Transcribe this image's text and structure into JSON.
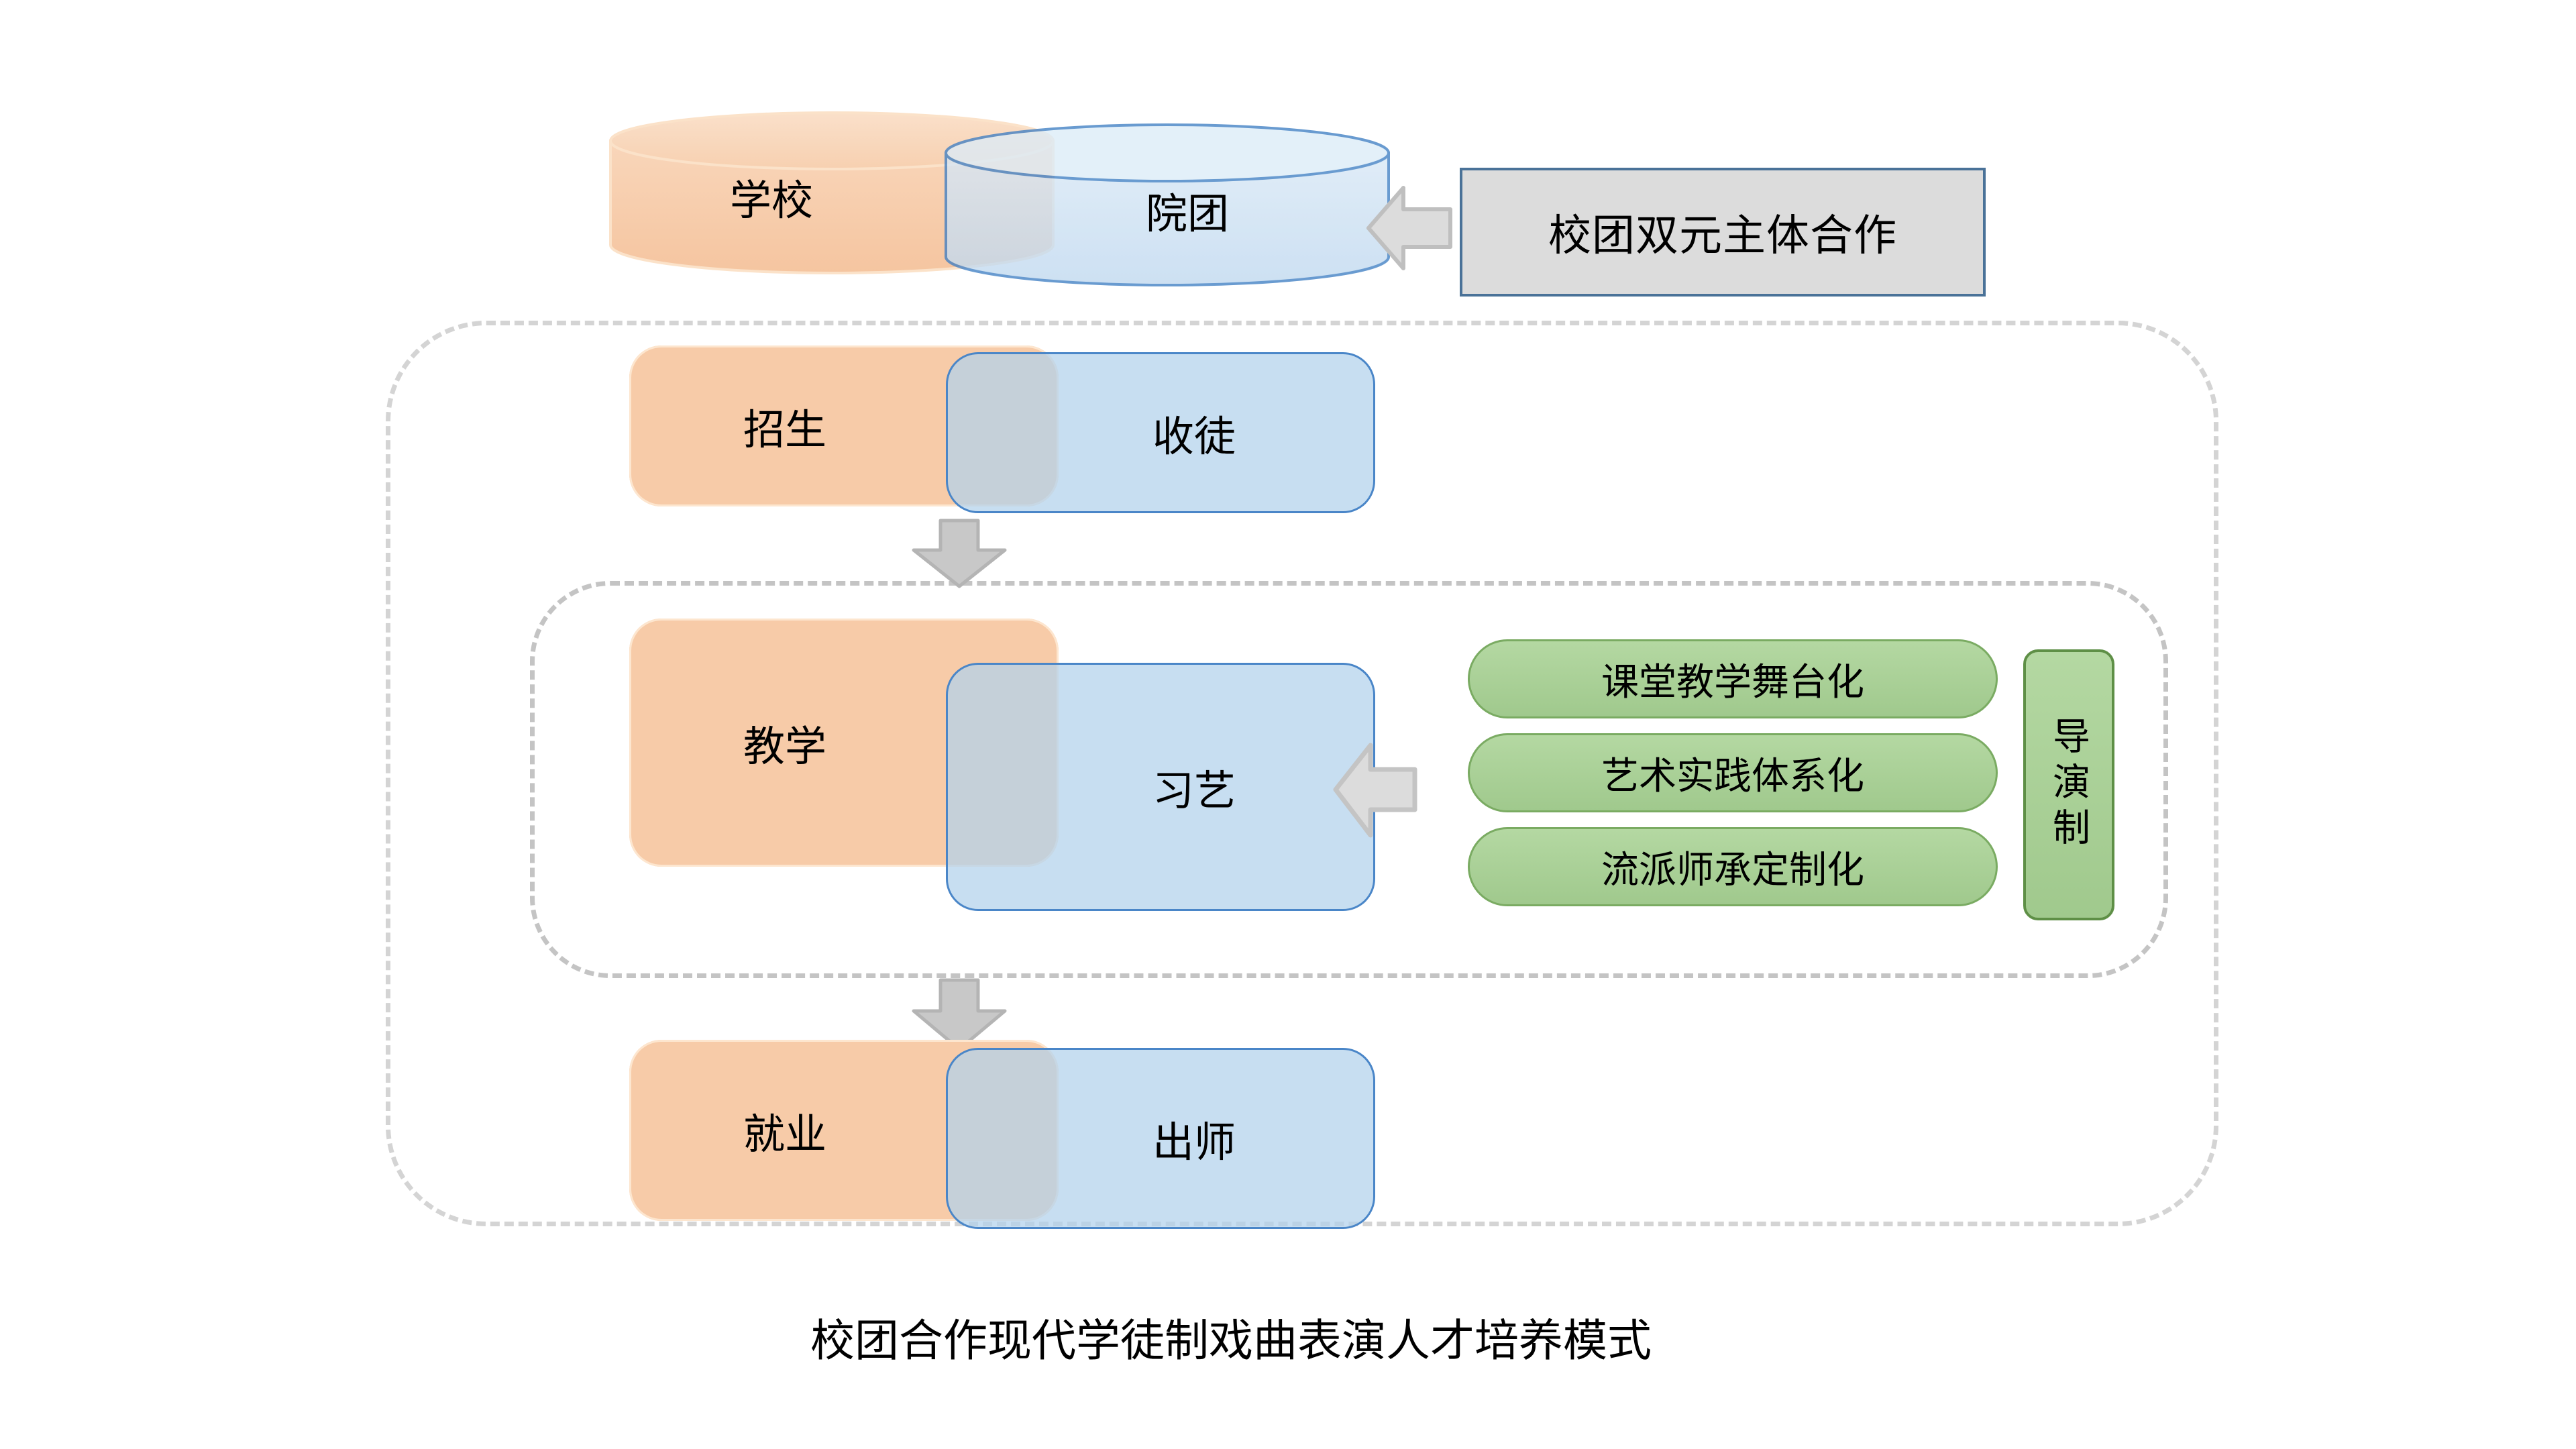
{
  "diagram": {
    "caption": "校团合作现代学徒制戏曲表演人才培养模式",
    "callout": {
      "label": "校团双元主体合作"
    },
    "cylinders": {
      "left_label": "学校",
      "right_label": "院团"
    },
    "rows": [
      {
        "left_label": "招生",
        "right_label": "收徒"
      },
      {
        "left_label": "教学",
        "right_label": "习艺"
      },
      {
        "left_label": "就业",
        "right_label": "出师"
      }
    ],
    "green_pills": [
      {
        "label": "课堂教学舞台化"
      },
      {
        "label": "艺术实践体系化"
      },
      {
        "label": "流派师承定制化"
      }
    ],
    "side_pill": {
      "label": "导演制"
    },
    "arrows": {
      "callout_arrow": "arrow-left",
      "pills_arrow": "arrow-left",
      "flow_arrow_1": "arrow-down",
      "flow_arrow_2": "arrow-down"
    },
    "colors": {
      "orange_fill": "#F7CBA8",
      "blue_fill": "#C5DBEF",
      "blue_stroke": "#4A86C8",
      "overlap_fill": "#C8D4E0",
      "green_fill": "#A6CE93",
      "green_stroke": "#7AAB62",
      "green_stroke_dark": "#5E8F46",
      "gray_fill": "#DCDCDC",
      "gray_stroke": "#BFBFBF",
      "callout_stroke": "#4A7298",
      "dashed_stroke": "#D4D4D4"
    }
  }
}
